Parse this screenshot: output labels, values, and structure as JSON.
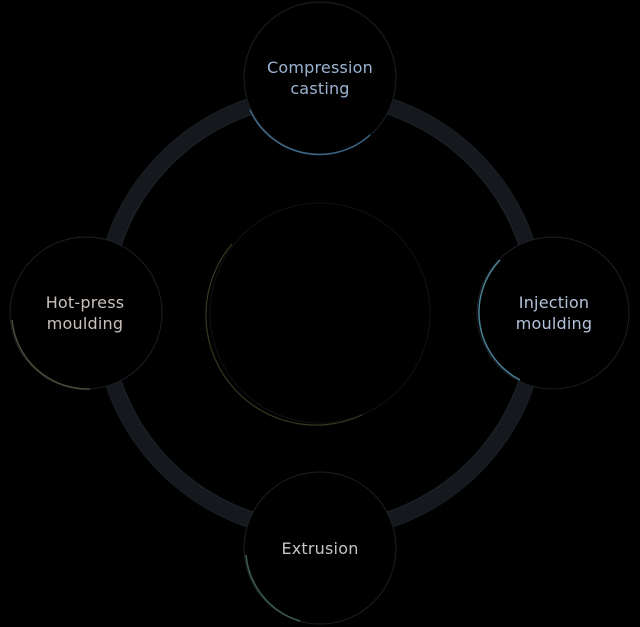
{
  "diagram": {
    "center_label": "",
    "nodes": [
      {
        "id": "top",
        "label": "Compression\ncasting",
        "text_color": "#9cb4d2",
        "edge_color": "#4f7ea6"
      },
      {
        "id": "right",
        "label": "Injection\nmoulding",
        "text_color": "#b4c3da",
        "edge_color": "#5a8fa8"
      },
      {
        "id": "bottom",
        "label": "Extrusion",
        "text_color": "#c2c6c2",
        "edge_color": "#4a6a62"
      },
      {
        "id": "left",
        "label": "Hot-press\nmoulding",
        "text_color": "#c9c1bc",
        "edge_color": "#5c5a4a"
      }
    ],
    "ring_color": "#1c2126",
    "center_edge_color": "#6b6232"
  }
}
